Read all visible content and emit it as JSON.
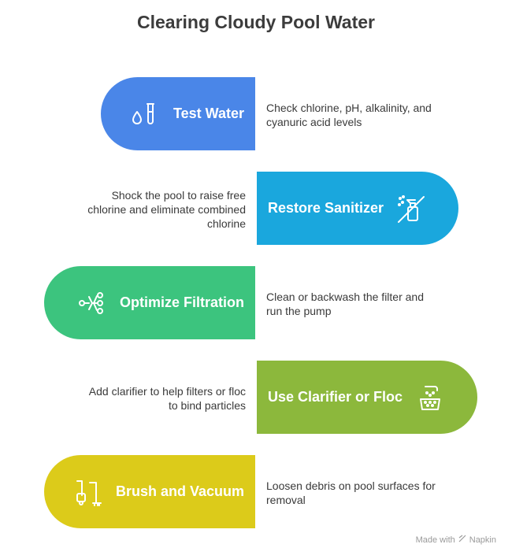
{
  "title": "Clearing Cloudy Pool Water",
  "steps": [
    {
      "label": "Test Water",
      "description": "Check chlorine, pH, alkalinity, and cyanuric acid levels",
      "color": "#4a86e8",
      "icon": "water-test-icon"
    },
    {
      "label": "Restore Sanitizer",
      "description": "Shock the pool to raise free chlorine and eliminate combined chlorine",
      "color": "#1aa7dd",
      "icon": "sprayer-icon"
    },
    {
      "label": "Optimize Filtration",
      "description": "Clean or backwash the filter and run the pump",
      "color": "#3cc47e",
      "icon": "filtration-icon"
    },
    {
      "label": "Use Clarifier or Floc",
      "description": "Add clarifier to help filters or floc to bind particles",
      "color": "#8cb83c",
      "icon": "clarifier-icon"
    },
    {
      "label": "Brush and Vacuum",
      "description": "Loosen debris on pool surfaces for removal",
      "color": "#dccb1a",
      "icon": "vacuum-icon"
    }
  ],
  "footer": {
    "made_with": "Made with",
    "brand": "Napkin"
  }
}
